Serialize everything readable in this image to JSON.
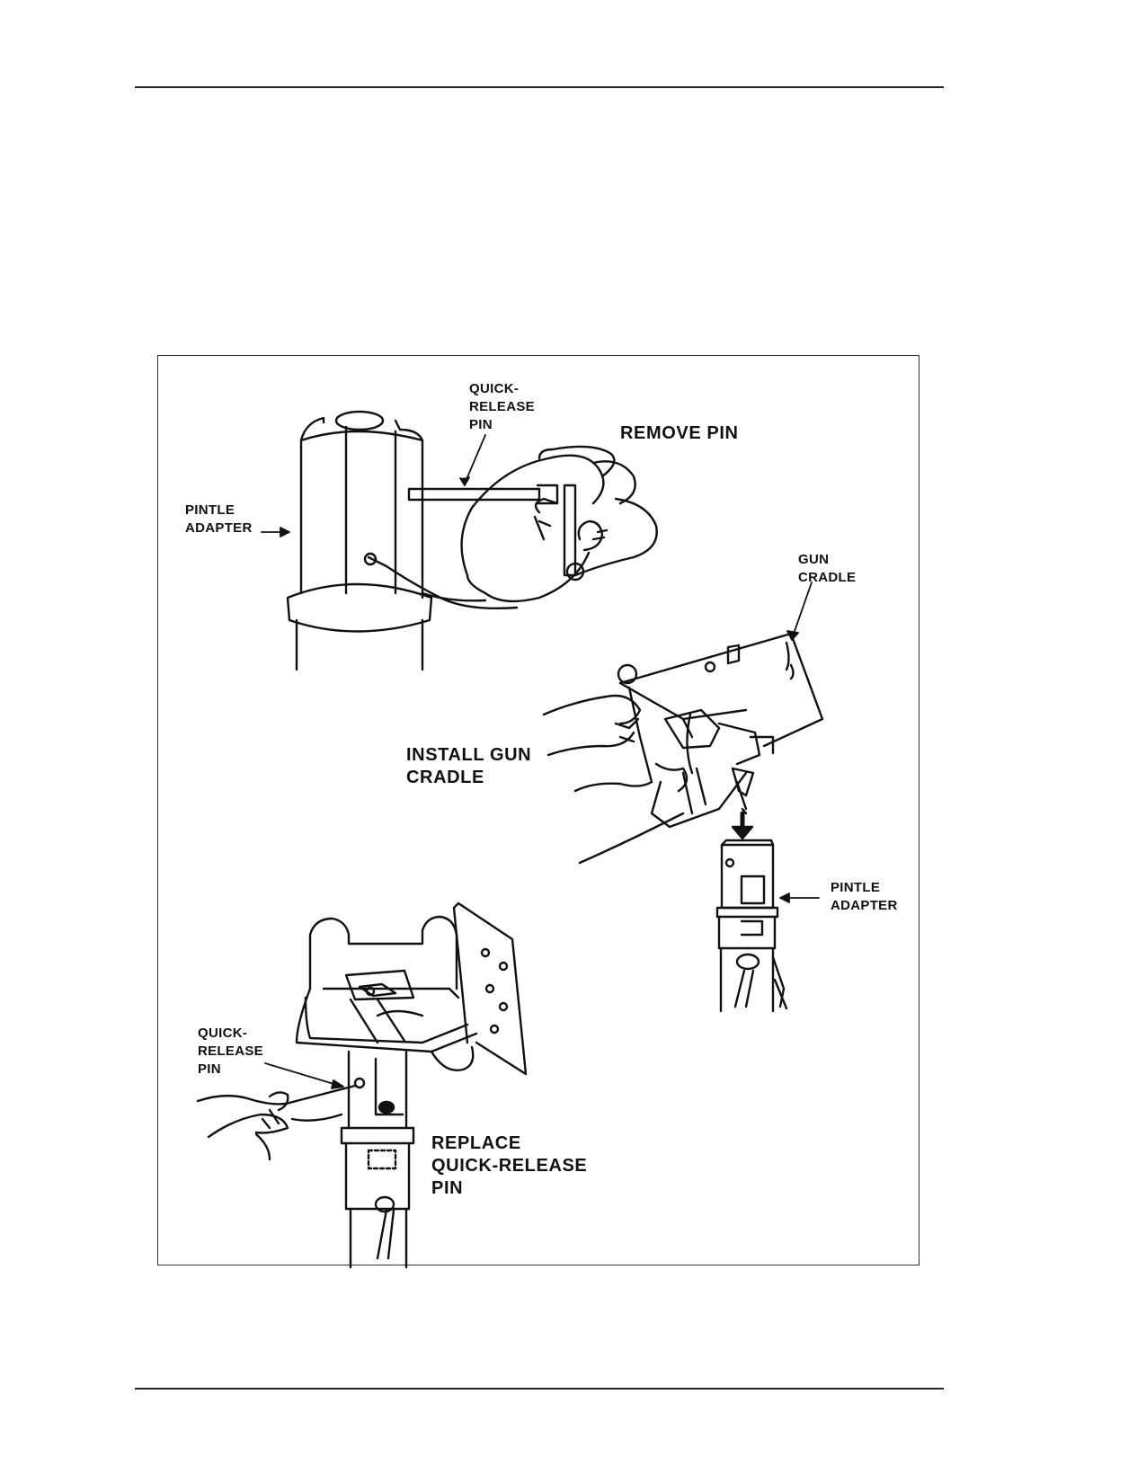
{
  "labels": {
    "qr_pin_top": "QUICK-\nRELEASE\nPIN",
    "remove_pin": "REMOVE PIN",
    "pintle_adapter_top": "PINTLE\nADAPTER",
    "gun_cradle": "GUN\nCRADLE",
    "install_gun_cradle": "INSTALL GUN\nCRADLE",
    "pintle_adapter_right": "PINTLE\nADAPTER",
    "qr_pin_bottom": "QUICK-\nRELEASE\nPIN",
    "replace_pin": "REPLACE\nQUICK-RELEASE\nPIN"
  }
}
